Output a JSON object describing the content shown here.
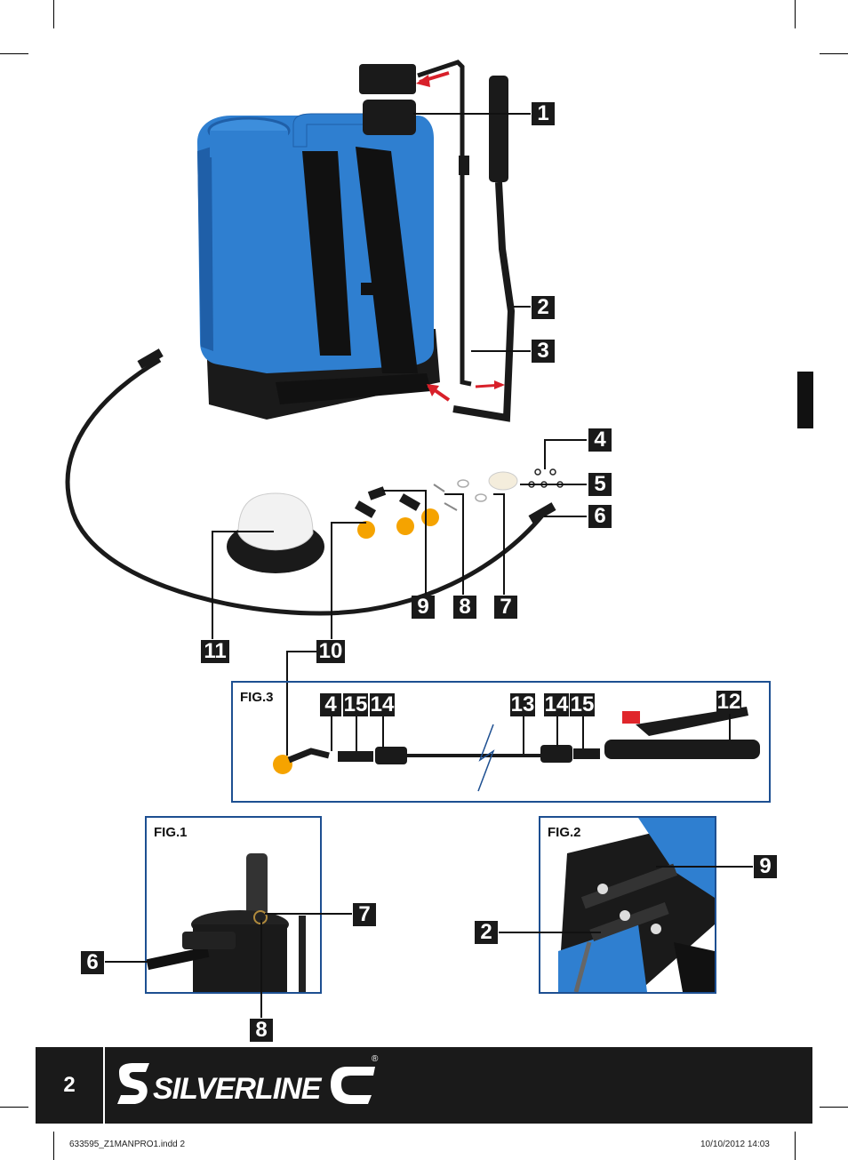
{
  "labels": {
    "n1": "1",
    "n2": "2",
    "n3": "3",
    "n4": "4",
    "n5": "5",
    "n6": "6",
    "n7": "7",
    "n8": "8",
    "n9": "9",
    "n10": "10",
    "n11": "11",
    "f3_4": "4",
    "f3_15a": "15",
    "f3_14a": "14",
    "f3_13": "13",
    "f3_14b": "14",
    "f3_15b": "15",
    "f3_12": "12",
    "f1_7": "7",
    "f1_6": "6",
    "f1_8": "8",
    "f2_9": "9",
    "f2_2": "2"
  },
  "figures": {
    "fig3": "FIG.3",
    "fig1": "FIG.1",
    "fig2": "FIG.2"
  },
  "footer": {
    "page_number": "2",
    "brand": "SILVERLINE",
    "registered": "®",
    "file_slug": "633595_Z1MANPRO1.indd   2",
    "date_slug": "10/10/2012   14:03"
  },
  "colors": {
    "tank_blue": "#2f7fd0",
    "frame_blue": "#1d4f91",
    "nozzle_orange": "#f5a300",
    "trigger_red": "#e0262b",
    "arrow_red": "#d8202a",
    "dark": "#1a1a1a"
  }
}
